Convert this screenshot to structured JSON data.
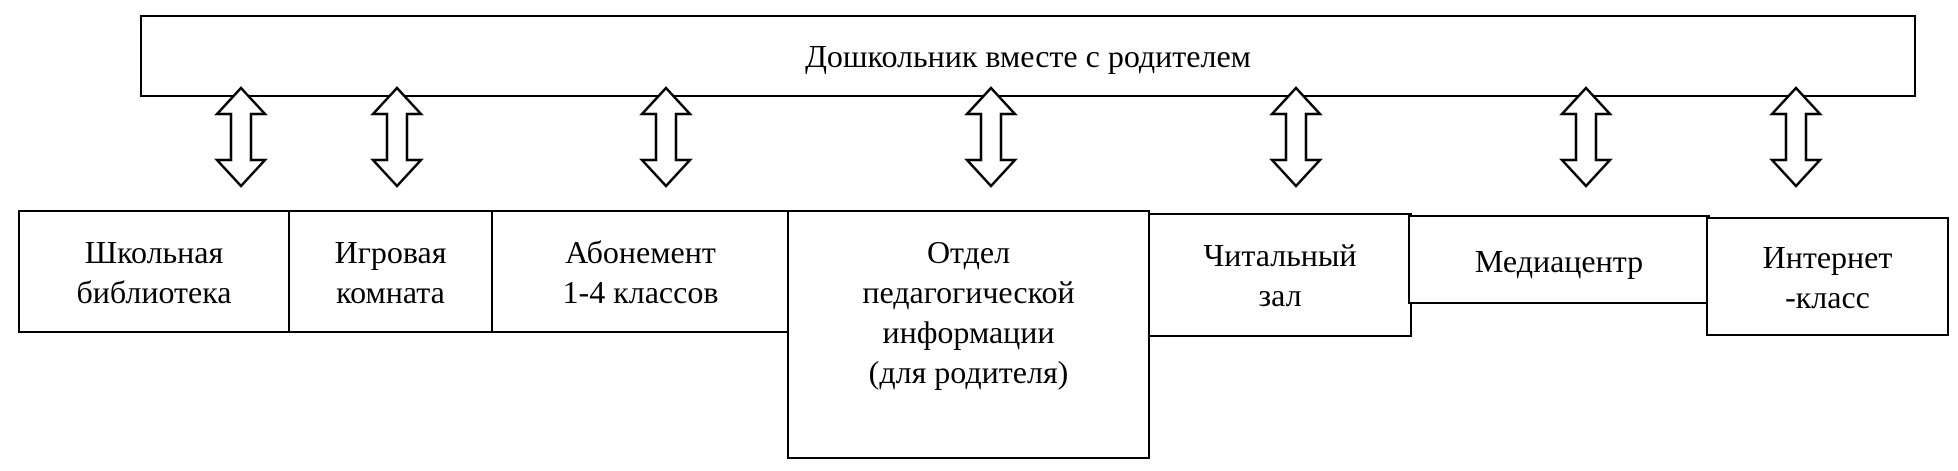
{
  "diagram": {
    "top": {
      "label": "Дошкольник вместе с родителем"
    },
    "boxes": [
      {
        "label": "Школьная\nбиблиотека"
      },
      {
        "label": "Игровая\nкомната"
      },
      {
        "label": "Абонемент\n1-4 классов"
      },
      {
        "label": "Отдел\nпедагогической\nинформации\n(для родителя)"
      },
      {
        "label": "Читальный\nзал"
      },
      {
        "label": "Медиацентр"
      },
      {
        "label": "Интернет\n-класс"
      }
    ],
    "connections": [
      {
        "from": "top",
        "to": 0,
        "type": "bidirectional"
      },
      {
        "from": "top",
        "to": 1,
        "type": "bidirectional"
      },
      {
        "from": "top",
        "to": 2,
        "type": "bidirectional"
      },
      {
        "from": "top",
        "to": 3,
        "type": "bidirectional"
      },
      {
        "from": "top",
        "to": 4,
        "type": "bidirectional"
      },
      {
        "from": "top",
        "to": 5,
        "type": "bidirectional"
      },
      {
        "from": "top",
        "to": 6,
        "type": "bidirectional"
      }
    ]
  }
}
